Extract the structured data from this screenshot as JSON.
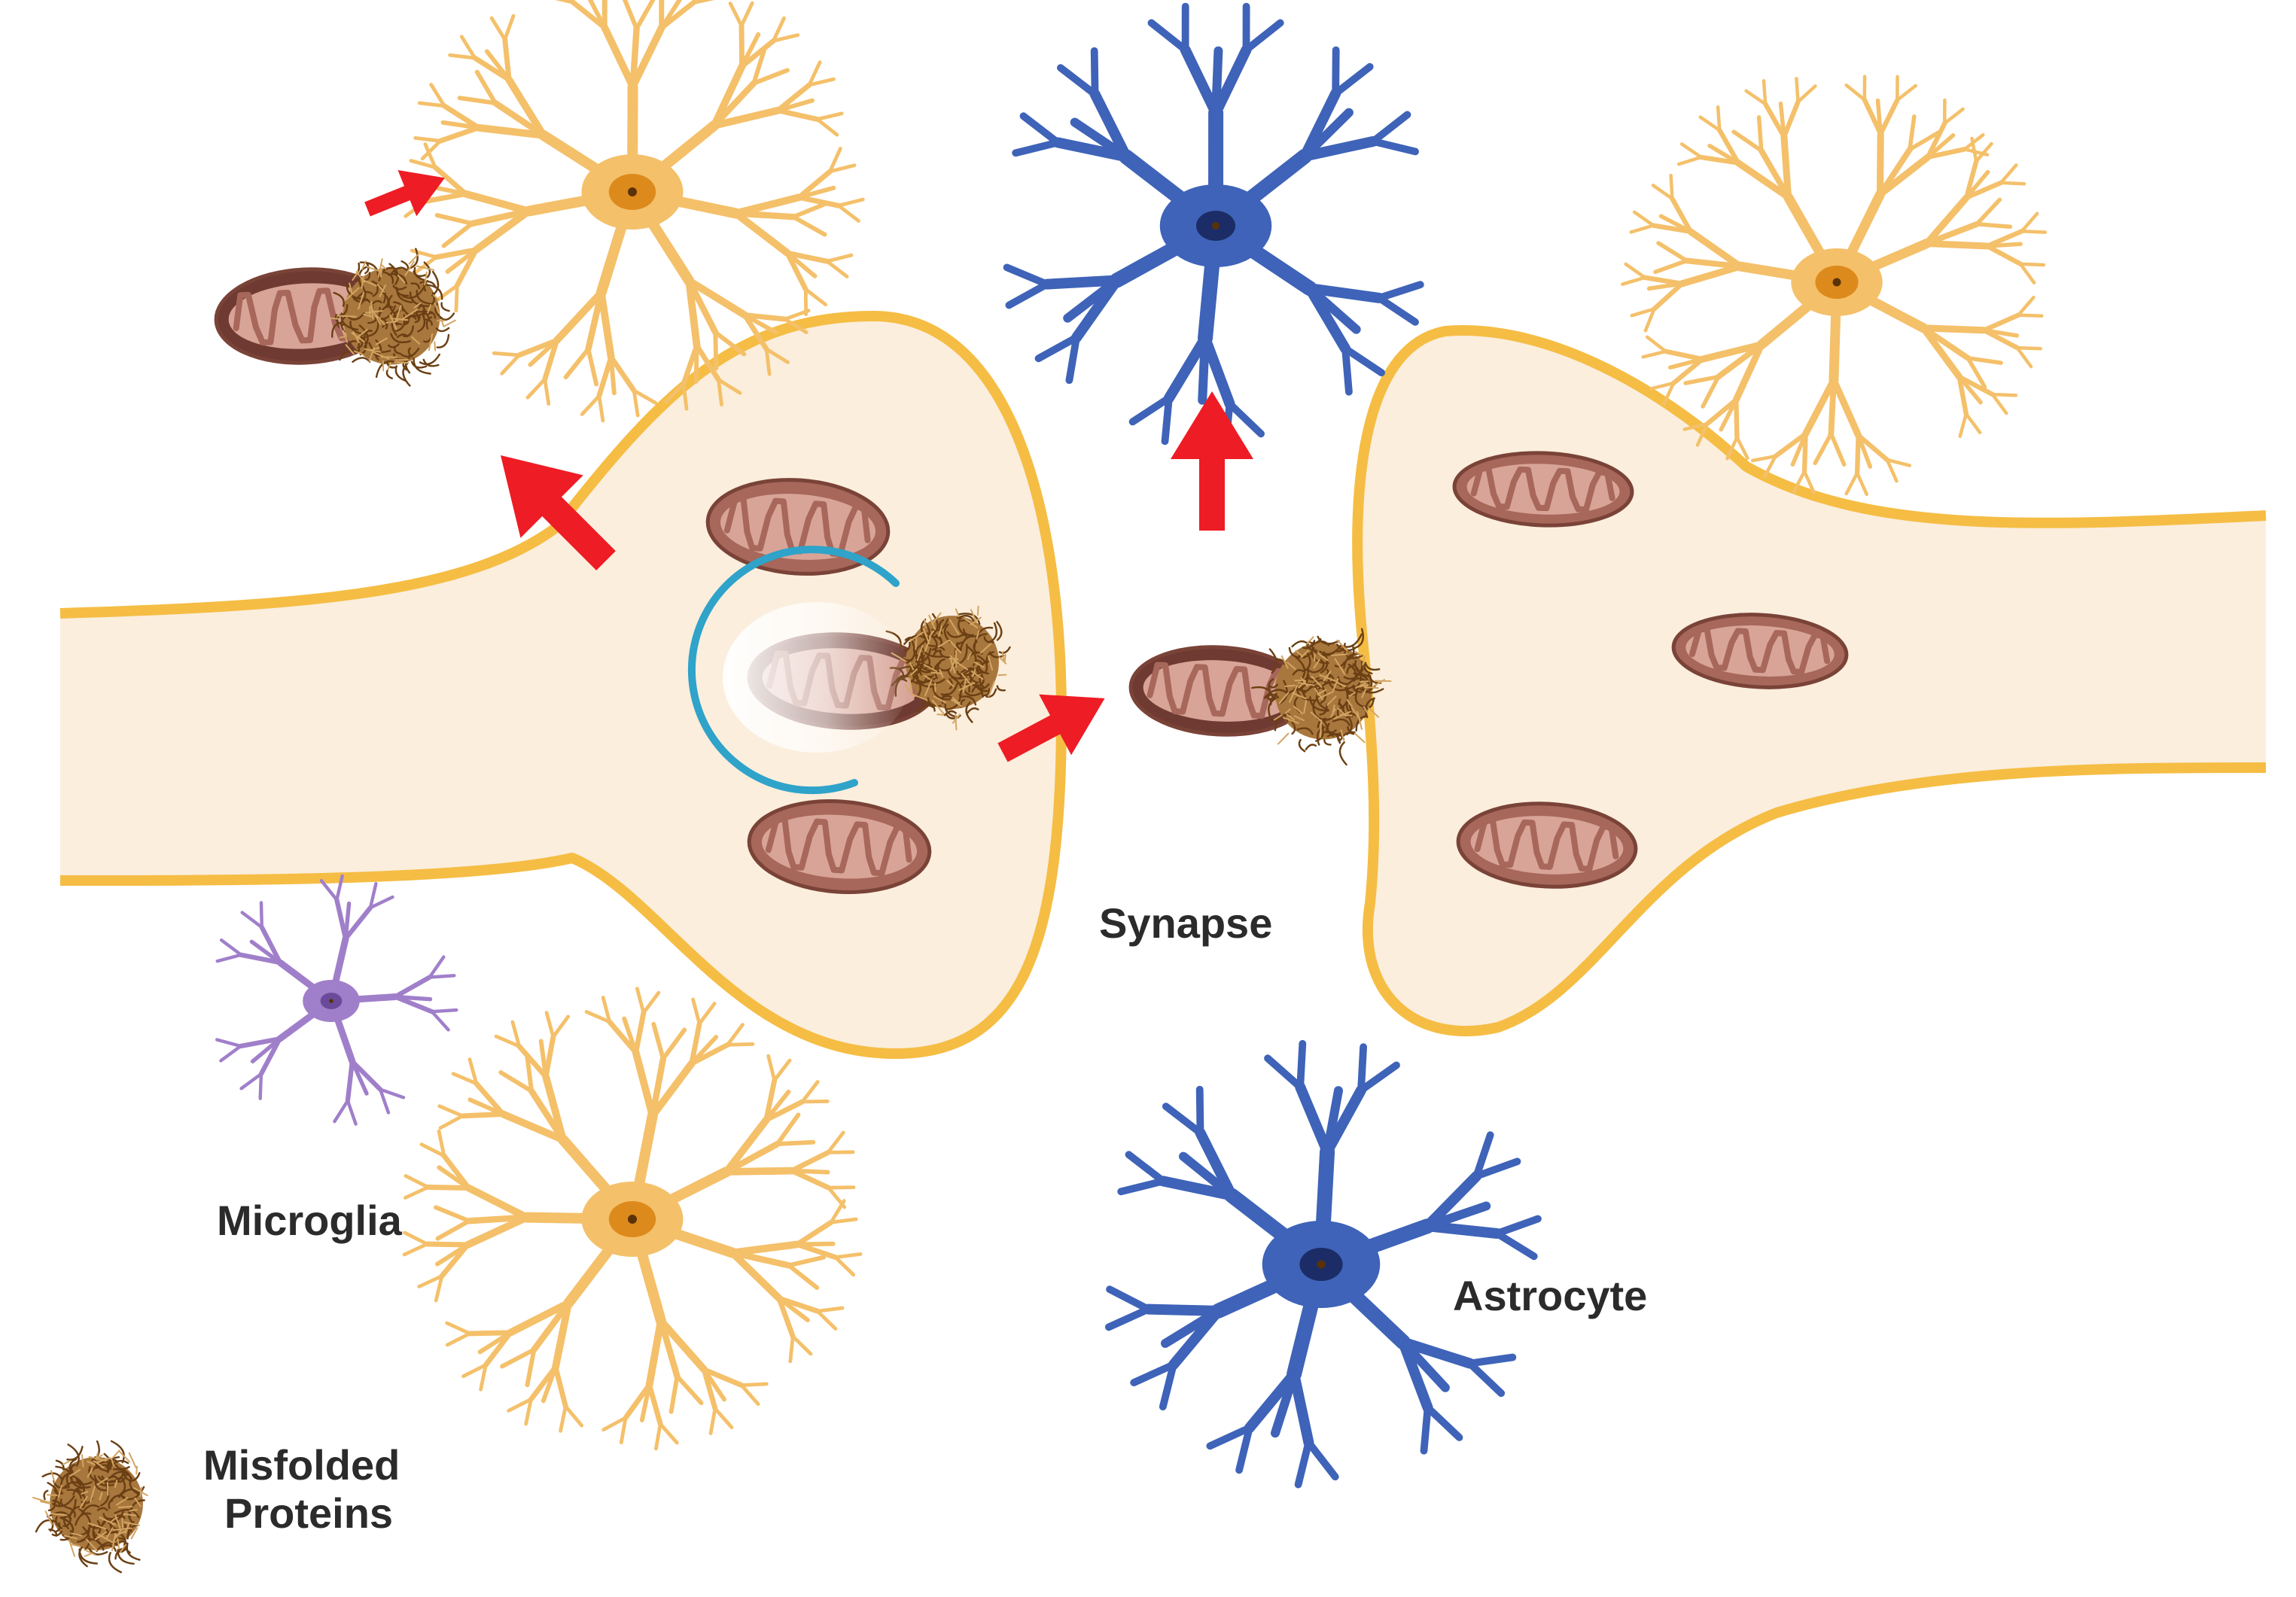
{
  "labels": {
    "synapse": "Synapse",
    "microglia": "Microglia",
    "astrocyte": "Astrocyte",
    "misfolded_line1": "Misfolded",
    "misfolded_line2": "Proteins"
  },
  "colors": {
    "axon_fill": "#fbeedd",
    "membrane": "#f5bd44",
    "mito_fill": "#a7675a",
    "mito_inner": "#d8a497",
    "mito_outline": "#7a4338",
    "damaged_mito": "#6e3a31",
    "misfolded": "#8d5a2b",
    "arrow": "#ee1c24",
    "astrocyte_blue": "#3e63b8",
    "astrocyte_nucleus": "#1c2c66",
    "glia_orange": "#f4c06a",
    "glia_nucleus": "#dd8a1c",
    "microglia_purple": "#a07fca",
    "mitophagy_membrane": "#2fa3c9"
  }
}
